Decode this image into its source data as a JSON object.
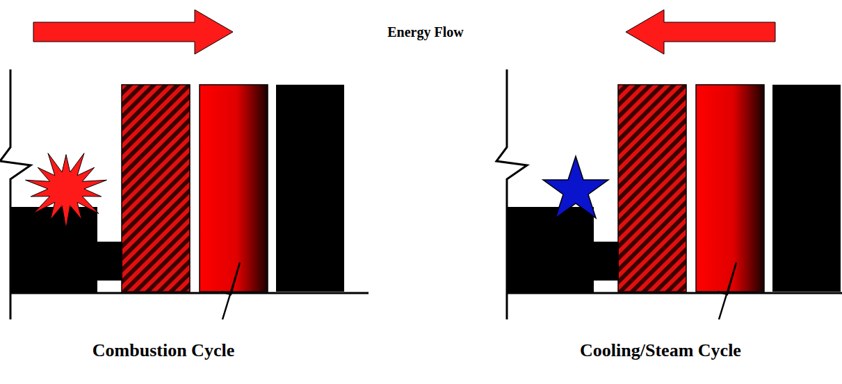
{
  "diagram": {
    "labels": [
      "Energy Flow",
      "Combustion Cycle",
      "Cooling/Steam Cycle"
    ]
  }
}
